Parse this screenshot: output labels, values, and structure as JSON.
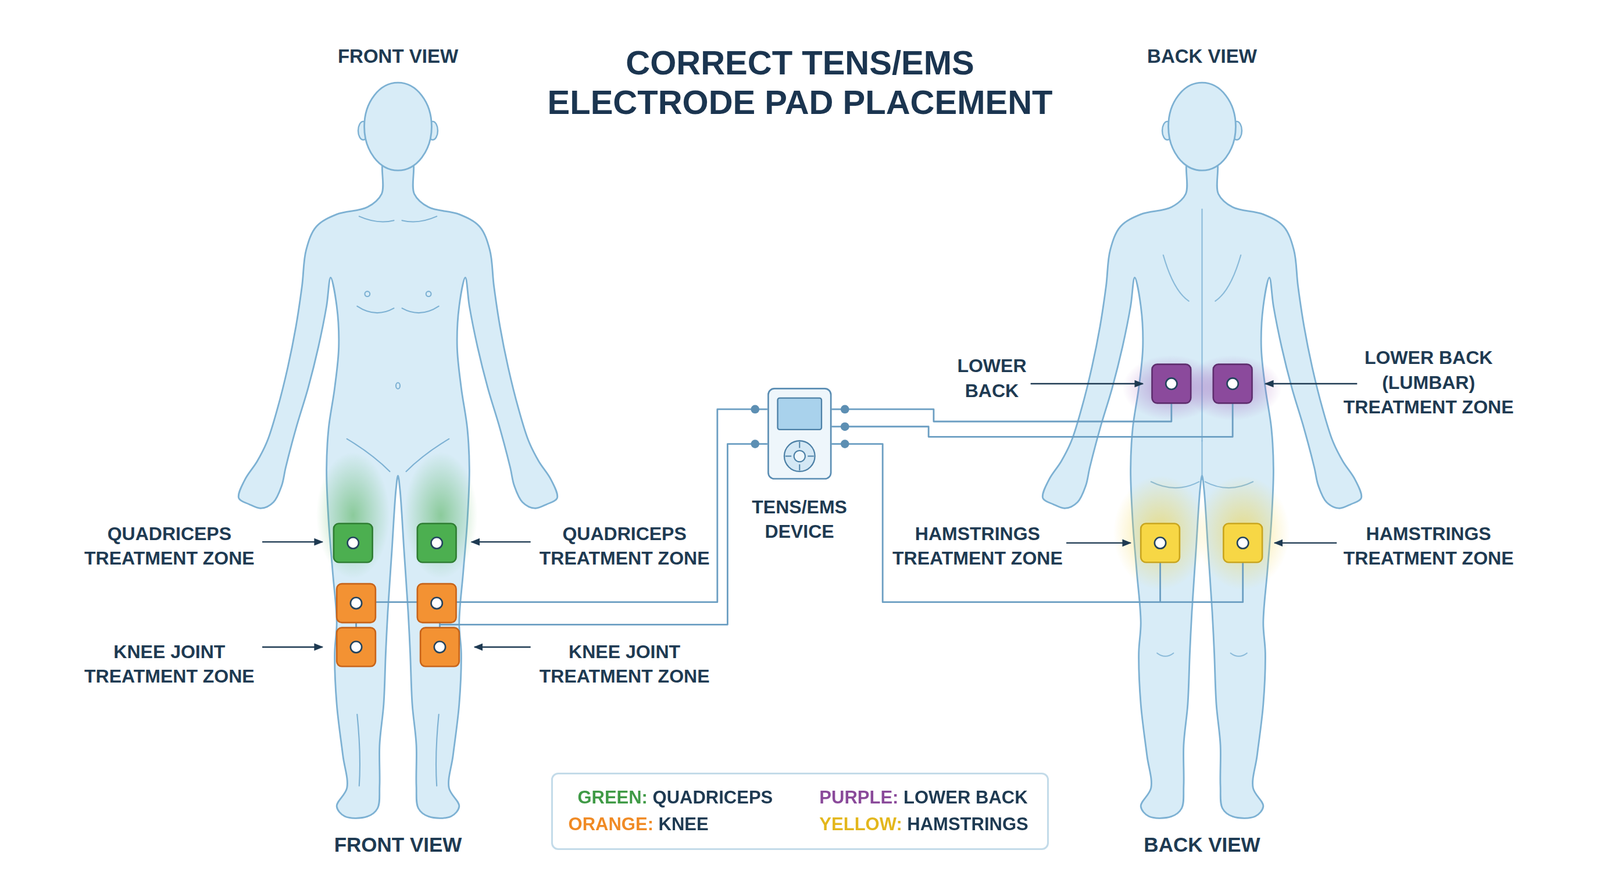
{
  "diagram": {
    "title": "CORRECT TENS/EMS ELECTRODE PAD PLACEMENT",
    "nodes": [
      {
        "text": [
          "TENS/EMS DEVICE"
        ]
      }
    ],
    "labels": [
      "FRONT VIEW",
      "BACK VIEW",
      "QUADRICEPS TREATMENT ZONE",
      "QUADRICEPS TREATMENT ZONE",
      "KNEE JOINT TREATMENT ZONE",
      "KNEE JOINT TREATMENT ZONE",
      "LOWER BACK",
      "LOWER BACK (LUMBAR) TREATMENT ZONE",
      "HAMSTRINGS TREATMENT ZONE",
      "HAMSTRINGS TREATMENT ZONE",
      "FRONT VIEW",
      "BACK VIEW"
    ],
    "legend": [
      {
        "text": "GREEN: QUADRICEPS",
        "color": "#3f9a46"
      },
      {
        "text": "PURPLE: LOWER BACK",
        "color": "#8a4a9a"
      },
      {
        "text": "ORANGE: KNEE",
        "color": "#f08a24"
      },
      {
        "text": "YELLOW: HAMSTRINGS",
        "color": "#e3b71c"
      }
    ]
  }
}
